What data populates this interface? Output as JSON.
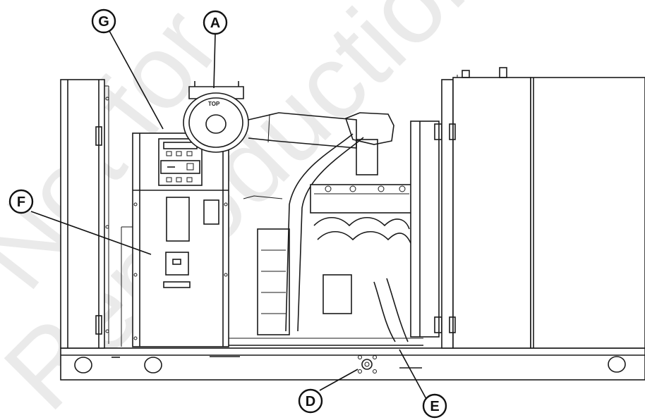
{
  "watermark": {
    "line1": "Not for",
    "line2": "Reproduction"
  },
  "engine_label": "TOP",
  "callouts": {
    "A": "A",
    "D": "D",
    "E": "E",
    "F": "F",
    "G": "G"
  },
  "colors": {
    "line": "#1a1a1a",
    "watermark": "#d9d9d9",
    "background": "#ffffff"
  }
}
